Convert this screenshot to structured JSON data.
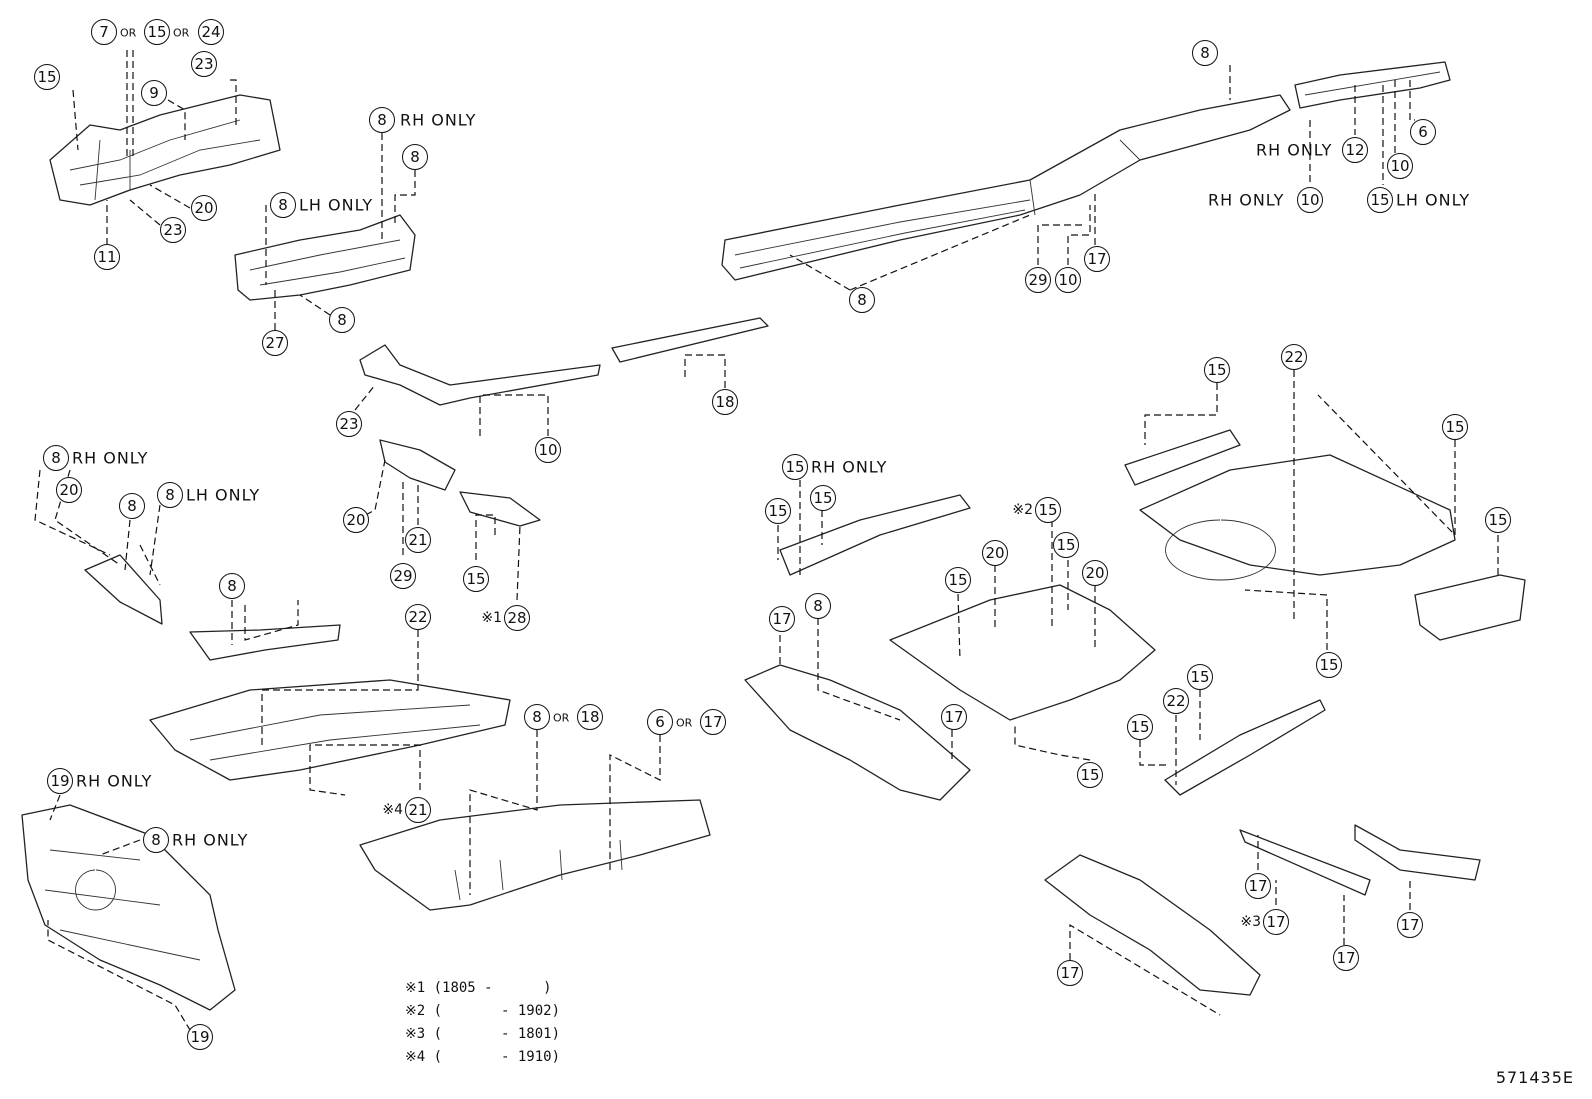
{
  "callouts": [
    {
      "id": "c1",
      "n": "7"
    },
    {
      "id": "c2",
      "n": "15"
    },
    {
      "id": "c3",
      "n": "24"
    },
    {
      "id": "c4",
      "n": "15"
    },
    {
      "id": "c5",
      "n": "23"
    },
    {
      "id": "c6",
      "n": "9"
    },
    {
      "id": "c7",
      "n": "20"
    },
    {
      "id": "c8",
      "n": "23"
    },
    {
      "id": "c9",
      "n": "11"
    },
    {
      "id": "c10",
      "n": "8"
    },
    {
      "id": "c11",
      "n": "8"
    },
    {
      "id": "c12",
      "n": "8"
    },
    {
      "id": "c13",
      "n": "8"
    },
    {
      "id": "c14",
      "n": "27"
    },
    {
      "id": "c15",
      "n": "8"
    },
    {
      "id": "c16",
      "n": "12"
    },
    {
      "id": "c17",
      "n": "6"
    },
    {
      "id": "c18",
      "n": "10"
    },
    {
      "id": "c19",
      "n": "10"
    },
    {
      "id": "c20",
      "n": "15"
    },
    {
      "id": "c21",
      "n": "29"
    },
    {
      "id": "c22",
      "n": "10"
    },
    {
      "id": "c23",
      "n": "17"
    },
    {
      "id": "c24",
      "n": "8"
    },
    {
      "id": "c25",
      "n": "23"
    },
    {
      "id": "c26",
      "n": "10"
    },
    {
      "id": "c27",
      "n": "18"
    },
    {
      "id": "c28",
      "n": "8"
    },
    {
      "id": "c29",
      "n": "20"
    },
    {
      "id": "c30",
      "n": "8"
    },
    {
      "id": "c31",
      "n": "8"
    },
    {
      "id": "c32",
      "n": "20"
    },
    {
      "id": "c33",
      "n": "21"
    },
    {
      "id": "c34",
      "n": "29"
    },
    {
      "id": "c35",
      "n": "15"
    },
    {
      "id": "c36",
      "n": "28"
    },
    {
      "id": "c37",
      "n": "8"
    },
    {
      "id": "c38",
      "n": "22"
    },
    {
      "id": "c39",
      "n": "21"
    },
    {
      "id": "c40",
      "n": "8"
    },
    {
      "id": "c41",
      "n": "18"
    },
    {
      "id": "c42",
      "n": "6"
    },
    {
      "id": "c43",
      "n": "17"
    },
    {
      "id": "c44",
      "n": "19"
    },
    {
      "id": "c45",
      "n": "8"
    },
    {
      "id": "c46",
      "n": "19"
    },
    {
      "id": "c47",
      "n": "15"
    },
    {
      "id": "c48",
      "n": "15"
    },
    {
      "id": "c49",
      "n": "15"
    },
    {
      "id": "c50",
      "n": "17"
    },
    {
      "id": "c51",
      "n": "8"
    },
    {
      "id": "c52",
      "n": "17"
    },
    {
      "id": "c53",
      "n": "15"
    },
    {
      "id": "c54",
      "n": "15"
    },
    {
      "id": "c55",
      "n": "20"
    },
    {
      "id": "c56",
      "n": "15"
    },
    {
      "id": "c57",
      "n": "20"
    },
    {
      "id": "c58",
      "n": "15"
    },
    {
      "id": "c59",
      "n": "15"
    },
    {
      "id": "c60",
      "n": "22"
    },
    {
      "id": "c61",
      "n": "15"
    },
    {
      "id": "c62",
      "n": "15"
    },
    {
      "id": "c63",
      "n": "15"
    },
    {
      "id": "c64",
      "n": "15"
    },
    {
      "id": "c65",
      "n": "22"
    },
    {
      "id": "c66",
      "n": "15"
    },
    {
      "id": "c67",
      "n": "17"
    },
    {
      "id": "c68",
      "n": "17"
    },
    {
      "id": "c69",
      "n": "17"
    },
    {
      "id": "c70",
      "n": "17"
    },
    {
      "id": "c71",
      "n": "17"
    }
  ],
  "labels": {
    "or": "OR",
    "rh_only": "RH ONLY",
    "lh_only": "LH ONLY"
  },
  "marks": {
    "m1": "※1",
    "m2": "※2",
    "m3": "※3",
    "m4": "※4"
  },
  "notes": [
    "※1 (1805 -      )",
    "※2 (       - 1902)",
    "※3 (       - 1801)",
    "※4 (       - 1910)"
  ],
  "ref": "571435E"
}
